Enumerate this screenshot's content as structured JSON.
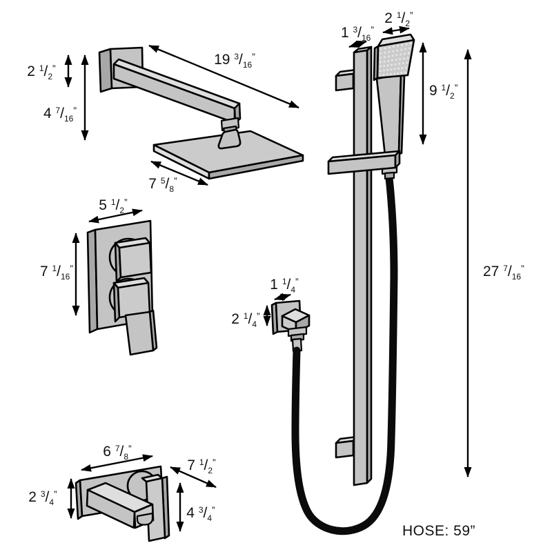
{
  "colors": {
    "background": "#ffffff",
    "outline": "#000000",
    "fill_light": "#dedede",
    "fill_mid": "#c4c4c4",
    "fill_face": "#cbcbcb",
    "fill_dark": "#a8a8a8",
    "hose": "#0b0b0b",
    "text": "#111111",
    "dots": "#e7e7e7"
  },
  "hose_note": "HOSE: 59”",
  "components": {
    "rain_shower": {
      "dims": {
        "flange_drop": "2 1/2",
        "arm_drop": "4 7/16",
        "arm_reach": "19 3/16",
        "head_width": "7 5/8"
      }
    },
    "hand_shower": {
      "dims": {
        "bar_depth": "1 3/16",
        "head_width": "2 1/2",
        "length": "9 1/2",
        "bar_height": "27 7/16"
      }
    },
    "valve": {
      "dims": {
        "width": "5 1/2",
        "height": "7 1/16"
      }
    },
    "outlet": {
      "dims": {
        "width": "1 1/4",
        "height": "2 1/4"
      }
    },
    "spout": {
      "dims": {
        "plate_width": "6 7/8",
        "reach": "7 1/2",
        "plate_height": "2 3/4",
        "drop": "4 3/4"
      }
    }
  }
}
